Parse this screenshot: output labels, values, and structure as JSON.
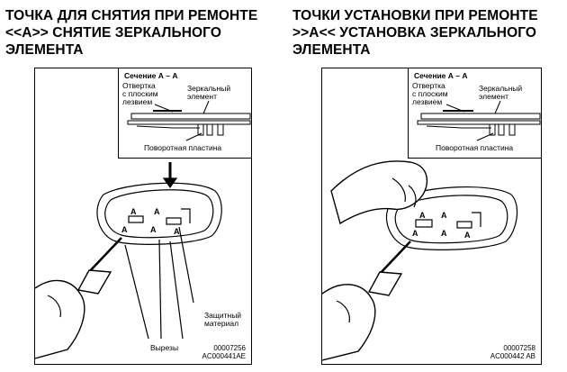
{
  "left": {
    "heading_lines": [
      "ТОЧКА ДЛЯ СНЯТИЯ ПРИ РЕМОНТЕ",
      "<<A>> СНЯТИЕ ЗЕРКАЛЬНОГО",
      "ЭЛЕМЕНТА"
    ],
    "section_title": "Сечение А – А",
    "screwdriver_label": [
      "Отвертка",
      "с плоским",
      "лезвием"
    ],
    "mirror_label": [
      "Зеркальный",
      "элемент"
    ],
    "plate_label": "Поворотная пластина",
    "protective_label": [
      "Защитный",
      "материал"
    ],
    "cutouts_label": "Вырезы",
    "point_letter": "A",
    "codes": [
      "00007256",
      "AC000441AE"
    ]
  },
  "right": {
    "heading_lines": [
      "ТОЧКИ УСТАНОВКИ ПРИ РЕМОНТЕ",
      ">>A<< УСТАНОВКА ЗЕРКАЛЬНОГО",
      "ЭЛЕМЕНТА"
    ],
    "section_title": "Сечение А – А",
    "screwdriver_label": [
      "Отвертка",
      "с плоским",
      "лезвием"
    ],
    "mirror_label": [
      "Зеркальный",
      "элемент"
    ],
    "plate_label": "Поворотная пластина",
    "point_letter": "A",
    "codes": [
      "00007258",
      "AC000442 AB"
    ]
  }
}
